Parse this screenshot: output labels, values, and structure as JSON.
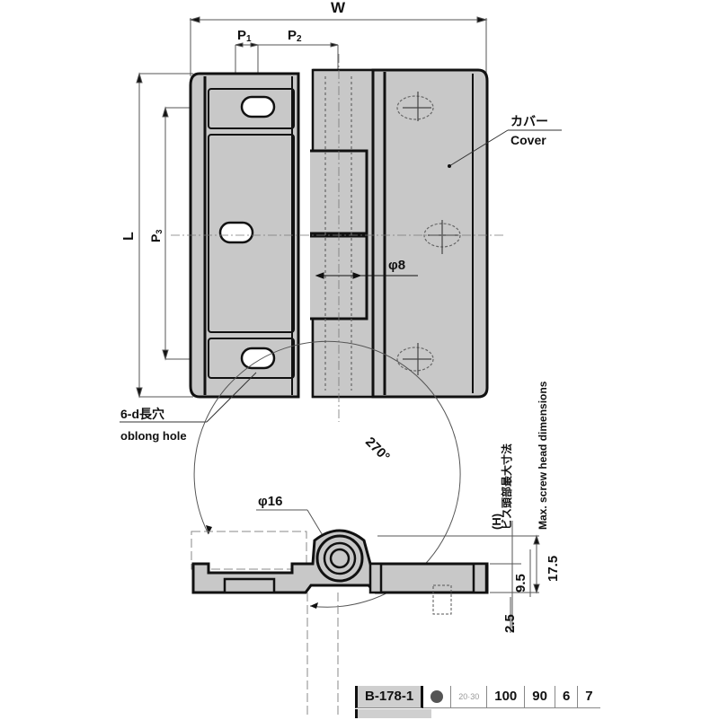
{
  "drawing": {
    "dimensions": {
      "W": "W",
      "P1": "P",
      "P1_sub": "1",
      "P2": "P",
      "P2_sub": "2",
      "P3": "P",
      "P3_sub": "3",
      "L": "L",
      "phi8": "φ8",
      "phi16": "φ16",
      "angle": "270°",
      "H": "(H)",
      "dim_17_5": "17.5",
      "dim_9_5": "9.5",
      "dim_2_5": "2.5"
    },
    "callouts": {
      "cover_jp": "カバー",
      "cover_en": "Cover",
      "hole_jp": "6-d長穴",
      "hole_en": "oblong hole",
      "screw_jp": "ビス頭部最大寸法",
      "screw_en": "Max. screw head dimensions"
    },
    "colors": {
      "fill": "#c8c8c8",
      "line": "#111111",
      "thin": "#555555"
    }
  },
  "table": {
    "row1": {
      "code": "B-178-1",
      "size_range": "20·30",
      "W": "100",
      "L": "90",
      "P1": "6",
      "P2": "7"
    }
  }
}
